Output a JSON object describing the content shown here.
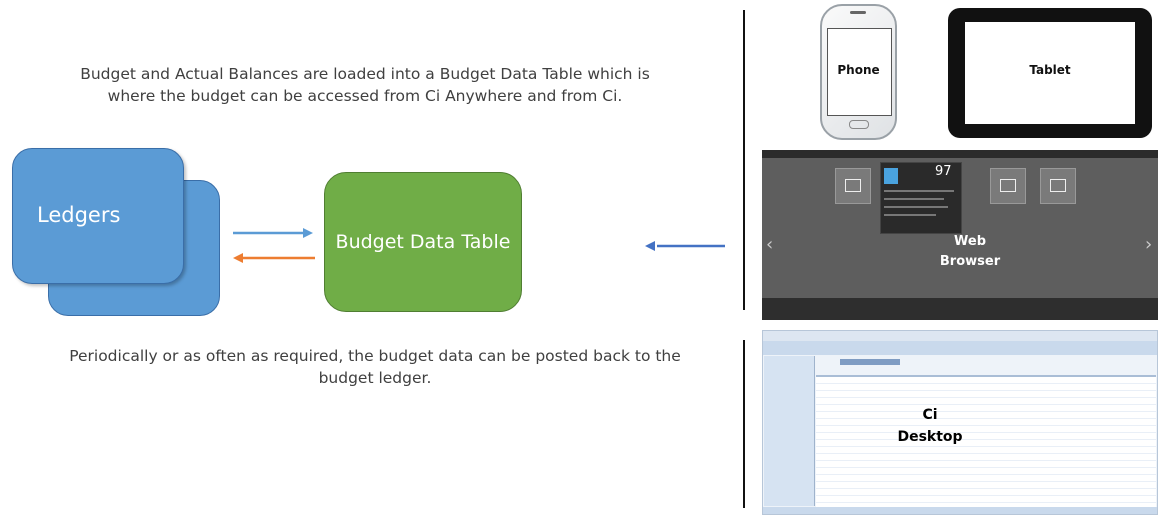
{
  "top_description": "Budget and Actual Balances are loaded into a Budget Data Table which is where the budget can be accessed from Ci Anywhere and from Ci.",
  "bottom_description": "Periodically or as often as required, the budget data can be posted back to the budget ledger.",
  "ledgers_label": "Ledgers",
  "budget_table_label": "Budget Data Table",
  "devices": {
    "phone": "Phone",
    "tablet": "Tablet",
    "web_browser_line1": "Web",
    "web_browser_line2": "Browser",
    "ci_desktop_line1": "Ci",
    "ci_desktop_line2": "Desktop"
  },
  "web_panel_number": "97",
  "colors": {
    "ledger_blue": "#5b9bd5",
    "budget_green": "#70ad47",
    "arrow_blue": "#5b9bd5",
    "arrow_orange": "#ed7d31",
    "arrow_steel": "#4472c4"
  }
}
